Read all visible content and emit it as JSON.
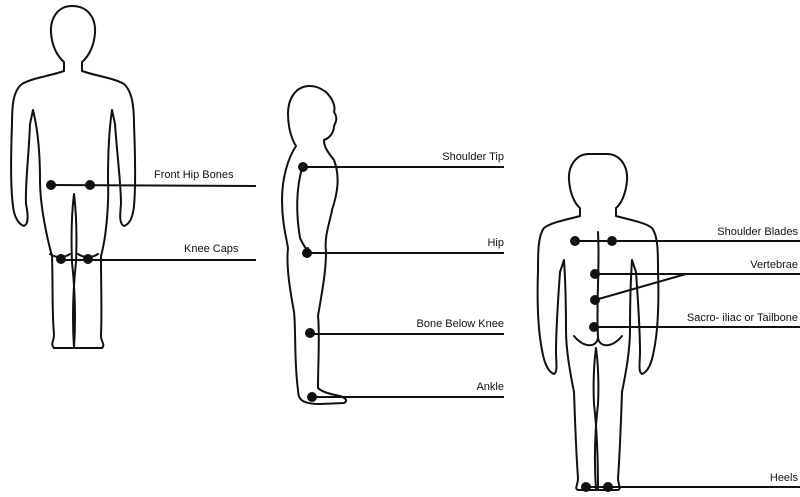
{
  "figures": {
    "front": {
      "labels": {
        "front_hip_bones": "Front Hip Bones",
        "knee_caps": "Knee Caps"
      }
    },
    "side": {
      "labels": {
        "shoulder_tip": "Shoulder Tip",
        "hip": "Hip",
        "bone_below_knee": "Bone Below Knee",
        "ankle": "Ankle"
      }
    },
    "back": {
      "labels": {
        "shoulder_blades": "Shoulder Blades",
        "vertebrae": "Vertebrae",
        "sacro_iliac": "Sacro- iliac or Tailbone",
        "heels": "Heels"
      }
    }
  },
  "colors": {
    "ink": "#111111",
    "background": "#ffffff"
  }
}
